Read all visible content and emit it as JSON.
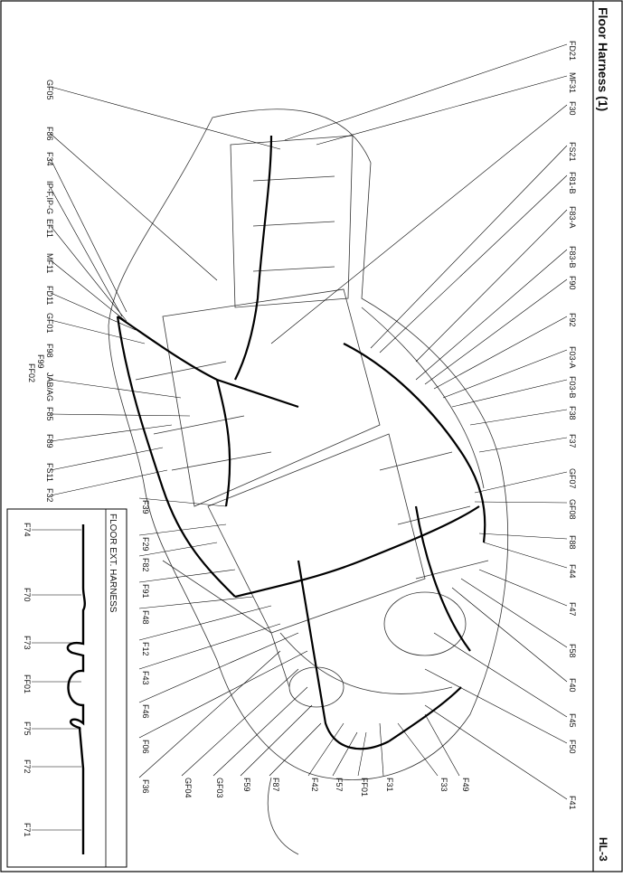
{
  "header": {
    "title": "Floor Harness (1)",
    "page_id": "HL-3"
  },
  "inset": {
    "title": "FLOOR EXT. HARNESS",
    "labels": [
      "F74",
      "F70",
      "F73",
      "FF01",
      "F75",
      "F72",
      "F71"
    ]
  },
  "diagram": {
    "top_labels": [
      "FD21",
      "MF31",
      "F30",
      "FS21",
      "F81-B",
      "F83-A",
      "F83-B",
      "F90",
      "F92",
      "F03-A",
      "F03-B",
      "F38",
      "F37",
      "GF07",
      "GF08",
      "F88",
      "F44",
      "F47",
      "F58",
      "F40",
      "F45",
      "F50",
      "F41"
    ],
    "left_labels": [
      "GF05",
      "F86",
      "F34",
      "IP-F,IP-G",
      "EF11",
      "MF11",
      "FD11",
      "GF01",
      "F98",
      "F99",
      "FF02",
      "JAB/AG",
      "F85",
      "F89",
      "FS11",
      "F32"
    ],
    "bottom_labels": [
      "F39",
      "F29",
      "F82",
      "F91",
      "F48",
      "F12",
      "F43",
      "F46",
      "F06",
      "F36",
      "GF04",
      "GF03",
      "F59",
      "F87",
      "F42",
      "F57",
      "FF01",
      "F31",
      "F33",
      "F49"
    ]
  }
}
